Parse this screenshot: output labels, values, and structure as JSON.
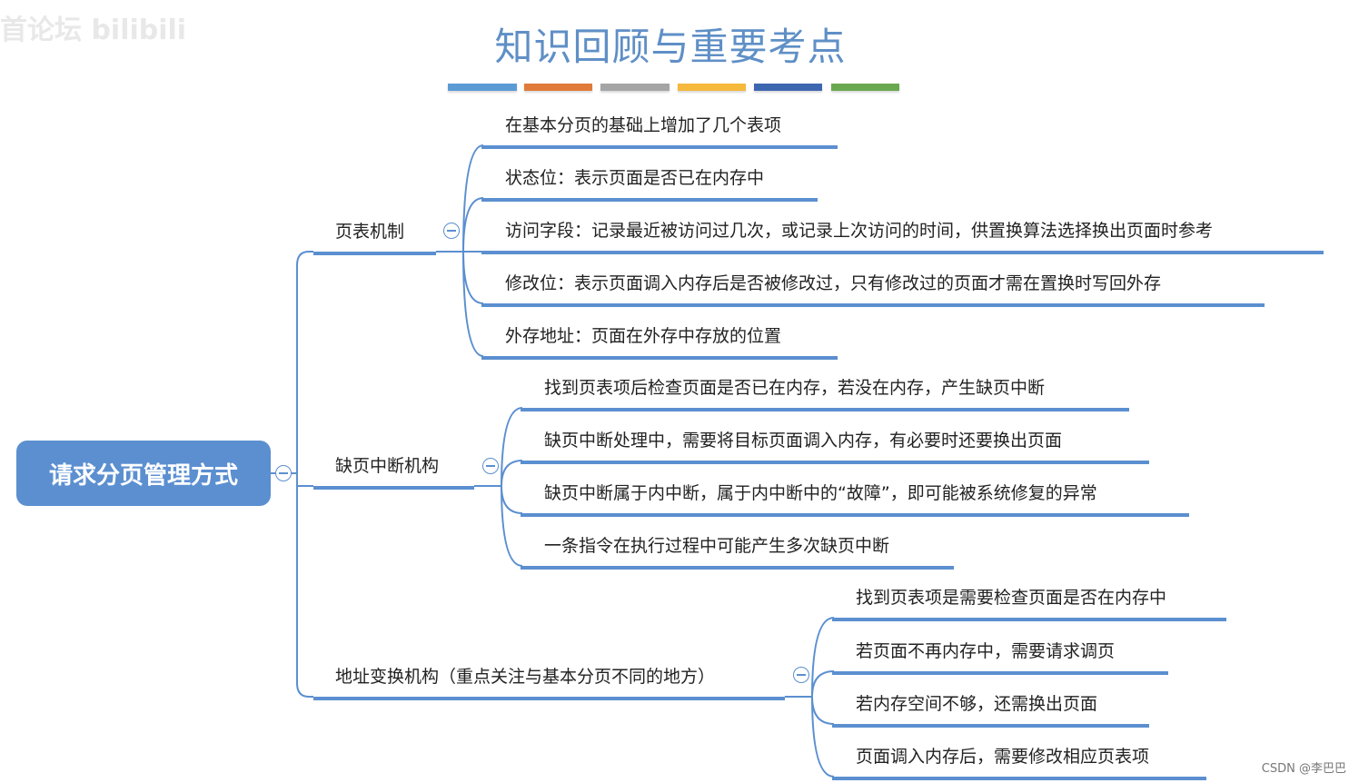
{
  "watermark": "首论坛 bilibili",
  "title": "知识回顾与重要考点",
  "decor_colors": [
    "#5b9bd5",
    "#e07b39",
    "#a5a5a5",
    "#f6b93b",
    "#3d66b0",
    "#6aa84f"
  ],
  "accent": "#5b8fd0",
  "root": {
    "label": "请求分页管理方式"
  },
  "branches": [
    {
      "label": "页表机制",
      "children": [
        "在基本分页的基础上增加了几个表项",
        "状态位：表示页面是否已在内存中",
        "访问字段：记录最近被访问过几次，或记录上次访问的时间，供置换算法选择换出页面时参考",
        "修改位：表示页面调入内存后是否被修改过，只有修改过的页面才需在置换时写回外存",
        "外存地址：页面在外存中存放的位置"
      ]
    },
    {
      "label": "缺页中断机构",
      "children": [
        "找到页表项后检查页面是否已在内存，若没在内存，产生缺页中断",
        "缺页中断处理中，需要将目标页面调入内存，有必要时还要换出页面",
        "缺页中断属于内中断，属于内中断中的“故障”，即可能被系统修复的异常",
        "一条指令在执行过程中可能产生多次缺页中断"
      ]
    },
    {
      "label": "地址变换机构（重点关注与基本分页不同的地方）",
      "children": [
        "找到页表项是需要检查页面是否在内存中",
        "若页面不再内存中，需要请求调页",
        "若内存空间不够，还需换出页面",
        "页面调入内存后，需要修改相应页表项"
      ]
    }
  ],
  "credit": "CSDN @李巴巴"
}
